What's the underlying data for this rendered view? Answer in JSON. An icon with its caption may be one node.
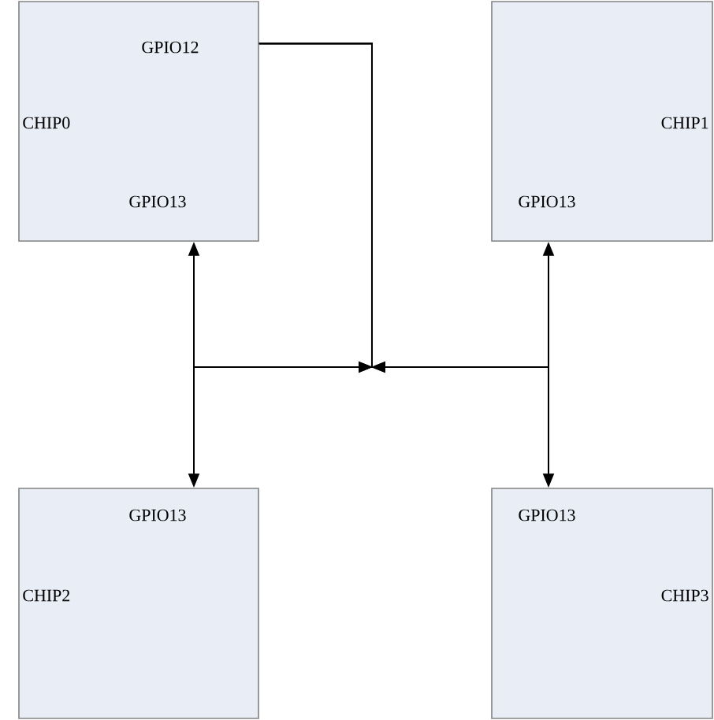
{
  "diagram": {
    "nodes": [
      {
        "text": [
          "GPIO12",
          "CHIP0",
          "GPIO13"
        ]
      },
      {
        "text": [
          "CHIP1",
          "GPIO13"
        ]
      },
      {
        "text": [
          "GPIO13",
          "CHIP2"
        ]
      },
      {
        "text": [
          "GPIO13",
          "CHIP3"
        ]
      }
    ],
    "edges": [
      {
        "from": 0,
        "to": 0,
        "arrow": "to"
      },
      {
        "from": 0,
        "to": 1,
        "arrow": "to"
      },
      {
        "from": 0,
        "to": 2,
        "arrow": "to"
      },
      {
        "from": 0,
        "to": 3,
        "arrow": "to"
      }
    ]
  }
}
